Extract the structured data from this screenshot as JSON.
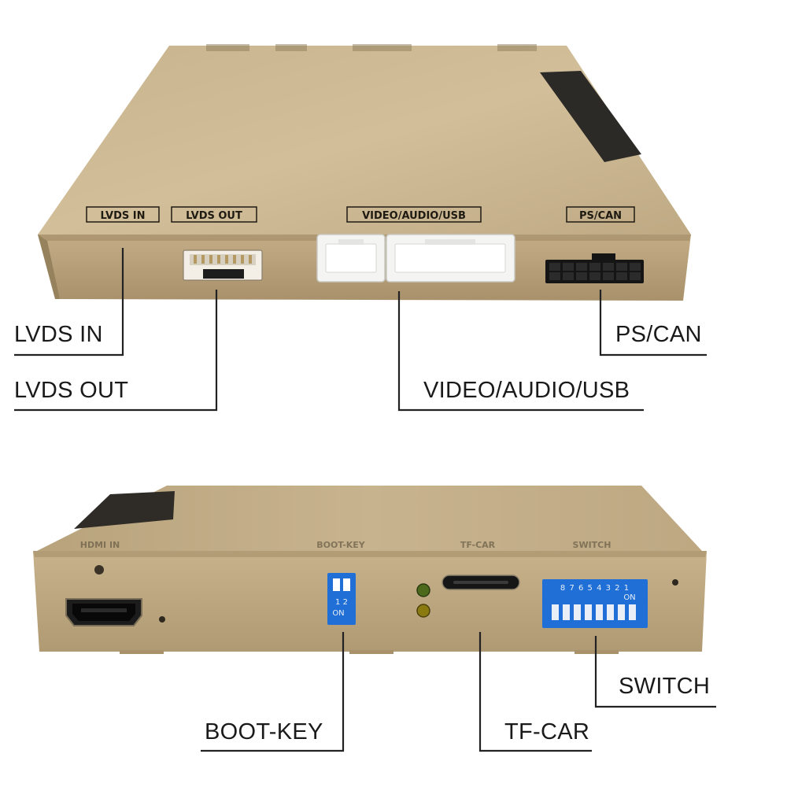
{
  "top_view": {
    "silkscreen": {
      "lvds_in": "LVDS IN",
      "lvds_out": "LVDS OUT",
      "video_audio_usb": "VIDEO/AUDIO/USB",
      "ps_can": "PS/CAN"
    },
    "callouts": {
      "lvds_in": "LVDS IN",
      "lvds_out": "LVDS OUT",
      "ps_can": "PS/CAN",
      "video_audio_usb": "VIDEO/AUDIO/USB"
    }
  },
  "bottom_view": {
    "silkscreen": {
      "hdmi_in": "HDMI IN",
      "boot_key": "BOOT-KEY",
      "tf_car": "TF-CAR",
      "switch": "SWITCH"
    },
    "boot_dip": {
      "numbers": "1 2",
      "on_label": "ON"
    },
    "switch_dip": {
      "numbers": "8 7 6 5 4 3 2 1",
      "on_label": "ON"
    },
    "callouts": {
      "boot_key": "BOOT-KEY",
      "tf_car": "TF-CAR",
      "switch": "SWITCH"
    }
  },
  "colors": {
    "case_top": "#c9b48d",
    "case_front": "#b9a27a",
    "leader_line": "#222222",
    "dip_blue": "#1f6fd6",
    "connector_white": "#f4f4f2"
  }
}
